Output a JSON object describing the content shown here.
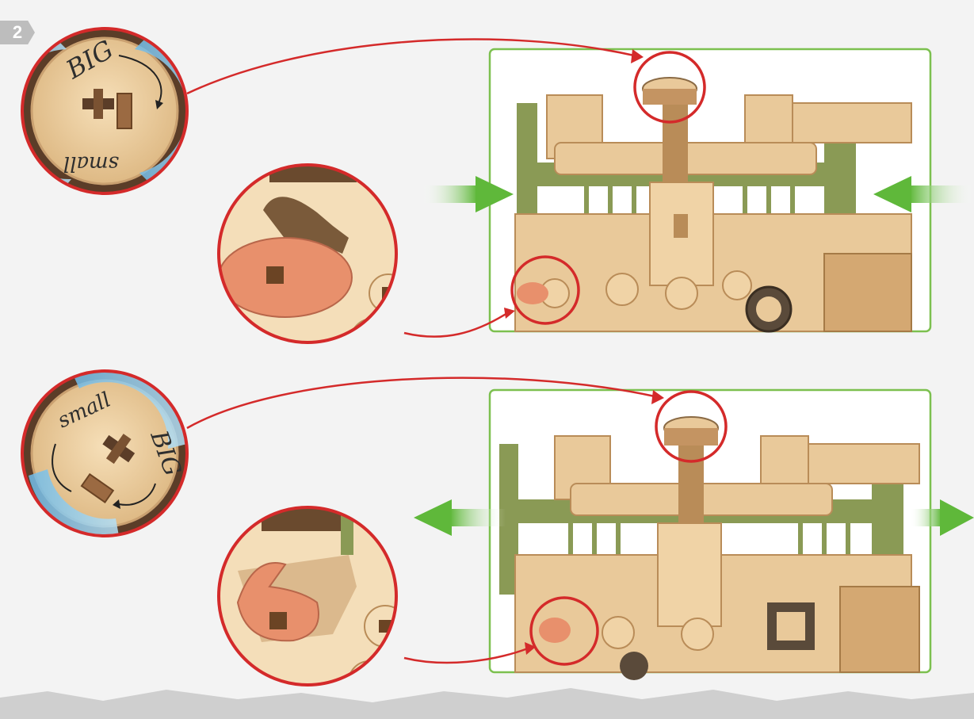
{
  "step_number": "2",
  "top": {
    "dial_text_big": "BIG",
    "dial_text_small": "small"
  },
  "bottom": {
    "dial_text_big": "BIG",
    "dial_text_small": "small"
  },
  "colors": {
    "callout_red": "#d42a2a",
    "frame_green": "#7cc04f",
    "arrow_green": "#66bb3c",
    "plywood": "#e9c99a",
    "plywood_dark": "#b98c58",
    "green_panel": "#8a9a55",
    "swatch_arrow": "#7fc4ec",
    "cam_salmon": "#e8906c"
  }
}
